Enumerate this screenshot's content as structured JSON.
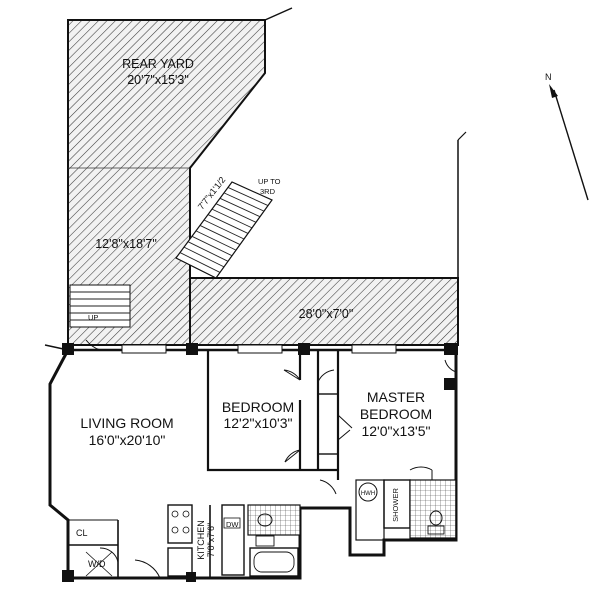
{
  "rooms": {
    "rear_yard": {
      "name": "REAR YARD",
      "dims": "20'7\"x15'3\""
    },
    "yard_left": {
      "dims": "12'8\"x18'7\""
    },
    "terrace": {
      "dims": "28'0\"x7'0\""
    },
    "stair_dims": "7'7\"x1'1/2",
    "up_to_3rd": [
      "UP TO",
      "3RD"
    ],
    "up": "UP",
    "living_room": {
      "name": "LIVING ROOM",
      "dims": "16'0\"x20'10\""
    },
    "bedroom": {
      "name": "BEDROOM",
      "dims": "12'2\"x10'3\""
    },
    "master_bedroom": {
      "name": [
        "MASTER",
        "BEDROOM"
      ],
      "dims": "12'0\"x13'5\""
    },
    "kitchen": {
      "name": "KITCHEN",
      "dims": "7'0\"x7'6\""
    },
    "closet": "CL",
    "washer_dryer": "W/D",
    "dishwasher": "DW",
    "water_heater": "HWH",
    "shower": "SHOWER"
  },
  "compass": {
    "label": "N"
  }
}
